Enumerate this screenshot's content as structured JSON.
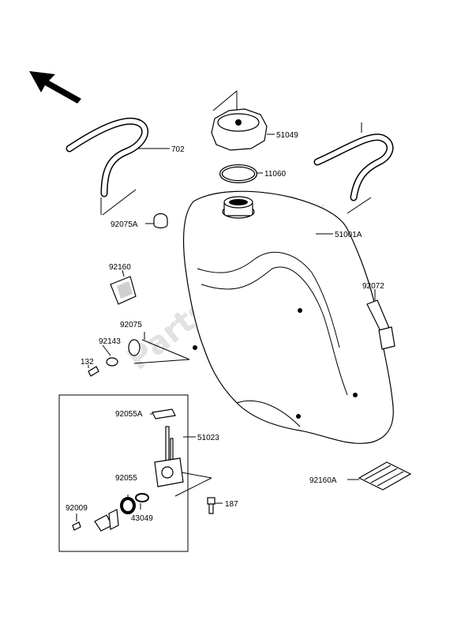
{
  "watermark": "PartsRepublik",
  "labels": {
    "p702": "702",
    "p51049": "51049",
    "p11060": "11060",
    "p92075A": "92075A",
    "p51001A": "51001A",
    "p92160": "92160",
    "p92072": "92072",
    "p92075": "92075",
    "p92143": "92143",
    "p132": "132",
    "p92055A": "92055A",
    "p51023": "51023",
    "p92055": "92055",
    "p43049": "43049",
    "p92009": "92009",
    "p187": "187",
    "p92160A": "92160A"
  },
  "icons": {
    "direction": "front-arrow-icon",
    "watermark_logo": "gear-icon"
  }
}
